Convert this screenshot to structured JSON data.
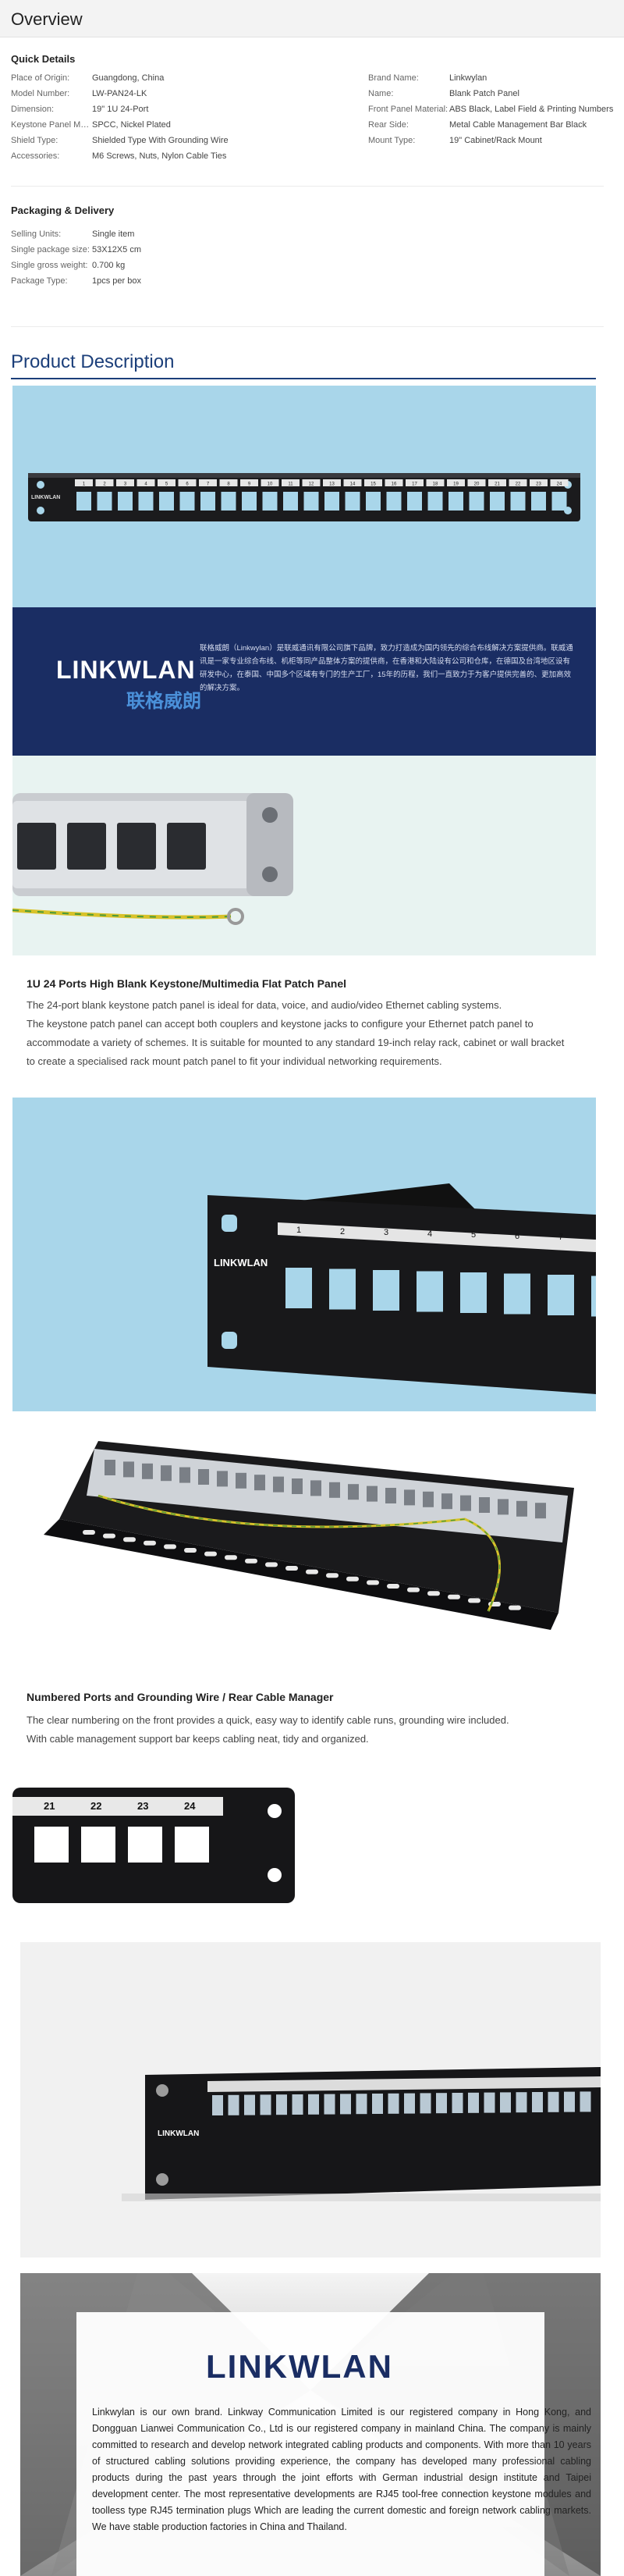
{
  "overview": {
    "title": "Overview"
  },
  "quick_details": {
    "heading": "Quick Details",
    "left": [
      {
        "k": "Place of Origin:",
        "v": "Guangdong, China"
      },
      {
        "k": "Model Number:",
        "v": "LW-PAN24-LK"
      },
      {
        "k": "Dimension:",
        "v": "19\" 1U 24-Port"
      },
      {
        "k": "Keystone Panel Ma...",
        "v": "SPCC, Nickel Plated"
      },
      {
        "k": "Shield Type:",
        "v": "Shielded Type With Grounding Wire"
      },
      {
        "k": "Accessories:",
        "v": "M6 Screws, Nuts, Nylon Cable Ties"
      }
    ],
    "right": [
      {
        "k": "Brand Name:",
        "v": "Linkwylan"
      },
      {
        "k": "Name:",
        "v": "Blank Patch Panel"
      },
      {
        "k": "Front Panel Material:",
        "v": "ABS Black, Label Field & Printing Numbers"
      },
      {
        "k": "Rear Side:",
        "v": "Metal Cable Management Bar Black"
      },
      {
        "k": "Mount Type:",
        "v": "19\" Cabinet/Rack Mount"
      }
    ]
  },
  "packaging": {
    "heading": "Packaging & Delivery",
    "rows": [
      {
        "k": "Selling Units:",
        "v": "Single item"
      },
      {
        "k": "Single package size:",
        "v": "53X12X5 cm"
      },
      {
        "k": "Single gross weight:",
        "v": "0.700 kg"
      },
      {
        "k": "Package Type:",
        "v": "1pcs per box"
      }
    ]
  },
  "product_description": {
    "title": "Product Description"
  },
  "banner": {
    "logo": "LINKWLAN",
    "logo_cn": "联格威朗",
    "cn_text": "联格威朗（Linkwylan）是联威通讯有限公司旗下品牌，致力打造成为国内领先的综合布线解决方案提供商。联威通讯是一家专业综合布线、机柜等同产品整体方案的提供商，在香港和大陆设有公司和仓库，在德国及台湾地区设有研发中心，在泰国、中国多个区域有专门的生产工厂，15年的历程，我们一直致力于为客户提供完善的、更加高效的解决方案。"
  },
  "panel_labels": [
    "1",
    "2",
    "3",
    "4",
    "5",
    "6",
    "7",
    "8",
    "9",
    "10",
    "11",
    "12",
    "13",
    "14",
    "15",
    "16",
    "17",
    "18",
    "19",
    "20",
    "21",
    "22",
    "23",
    "24"
  ],
  "section1": {
    "heading": "1U 24 Ports High Blank Keystone/Multimedia Flat Patch Panel",
    "paragraphs": [
      "The 24-port blank keystone patch panel is ideal for data, voice, and audio/video Ethernet cabling systems.",
      "The keystone patch panel can accept both couplers and keystone jacks to configure your Ethernet patch panel to accommodate a variety of schemes. It is suitable for mounted to any standard 19-inch relay rack, cabinet or wall bracket to create a specialised rack mount patch panel to fit your individual networking requirements."
    ]
  },
  "section2": {
    "heading": "Numbered Ports and Grounding Wire / Rear Cable Manager",
    "paragraphs": [
      "The clear numbering on the front provides a quick, easy way to identify cable runs, grounding wire included.",
      "With cable management support bar keeps cabling neat, tidy and organized."
    ]
  },
  "closeup_labels": [
    "21",
    "22",
    "23",
    "24"
  ],
  "brand": {
    "logo": "LINKWLAN",
    "text": "Linkwylan is our own brand. Linkway Communication Limited is our registered company in Hong Kong, and Dongguan Lianwei Communication Co., Ltd is our registered company in mainland China. The company is mainly committed to research and develop network integrated cabling products and components. With more than 10 years of structured cabling solutions providing experience, the company has developed many professional cabling products during the past years through the joint efforts with German industrial design institute and Taipei development center. The most representative developments are RJ45 tool-free connection keystone modules and toolless type RJ45 termination plugs Which are leading the current domestic and foreign network cabling markets. We have stable production factories in China and Thailand."
  },
  "colors": {
    "accent": "#1c3f7a",
    "sky": "#a9d6ea",
    "navy": "#1a2d63"
  }
}
